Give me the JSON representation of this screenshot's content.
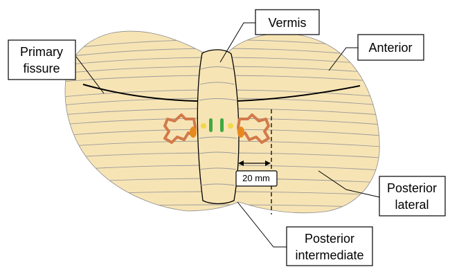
{
  "labels": {
    "vermis": "Vermis",
    "primary_fissure_line1": "Primary",
    "primary_fissure_line2": "fissure",
    "anterior": "Anterior",
    "posterior_lateral_line1": "Posterior",
    "posterior_lateral_line2": "lateral",
    "posterior_intermediate_line1": "Posterior",
    "posterior_intermediate_line2": "intermediate",
    "scale_bar": "20 mm"
  },
  "colors": {
    "tissue": "#f7e4b5",
    "outline": "#000000",
    "folia": "#9a9a9a",
    "nucleus_outline": "#d2794a",
    "nucleus_fill": "#e8891f",
    "green_marker": "#3faa3f",
    "yellow_marker": "#f4d64a"
  }
}
